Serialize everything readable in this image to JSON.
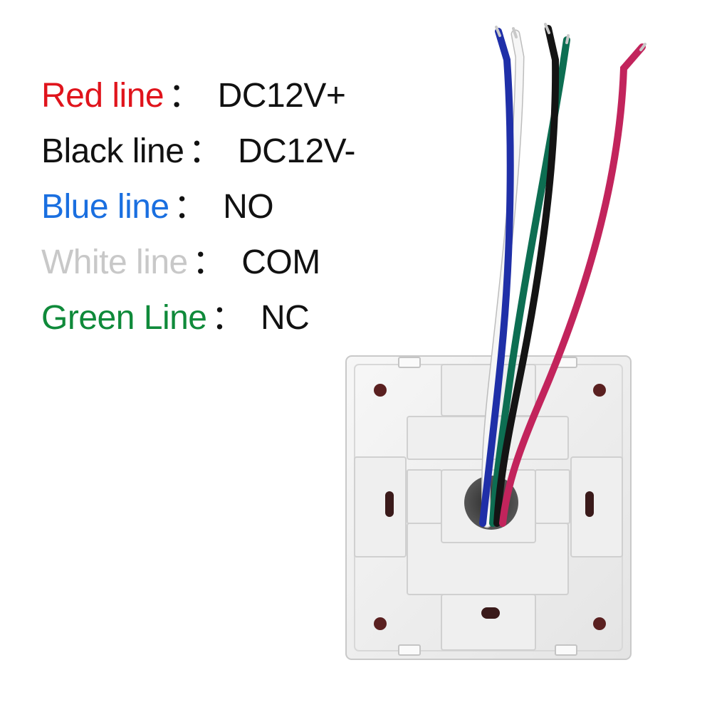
{
  "legend": {
    "rows": [
      {
        "label": "Red line",
        "separator": "：",
        "value": "DC12V+",
        "color": "#e0141c"
      },
      {
        "label": "Black line",
        "separator": "：",
        "value": "DC12V-",
        "color": "#111111"
      },
      {
        "label": "Blue line",
        "separator": "：",
        "value": "NO",
        "color": "#1a6fe0"
      },
      {
        "label": "White line",
        "separator": "：",
        "value": "COM",
        "color": "#c8c8c8"
      },
      {
        "label": "Green Line",
        "separator": "：",
        "value": "NC",
        "color": "#0f8a3a"
      }
    ]
  },
  "wire_colors": {
    "red": "#c2245c",
    "black": "#141414",
    "blue": "#1f2fa8",
    "white": "#f4f4f4",
    "green": "#0d6e52"
  }
}
